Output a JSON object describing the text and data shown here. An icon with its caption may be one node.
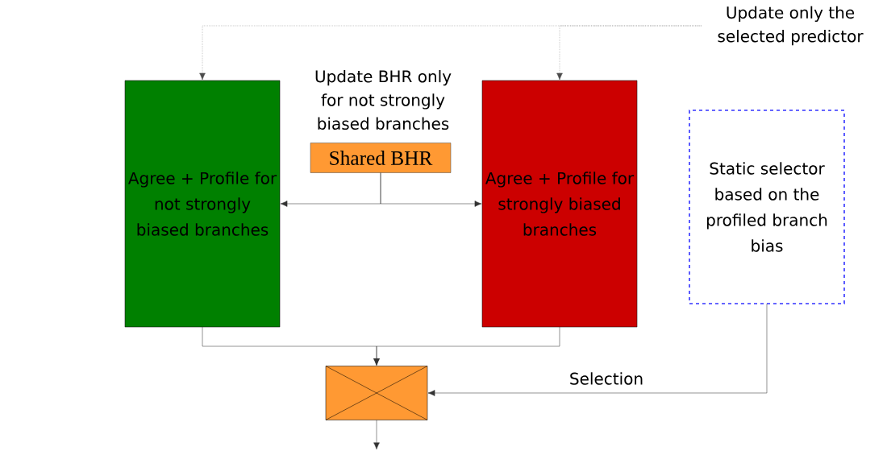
{
  "diagram": {
    "nodes": [
      {
        "text": [
          "Agree + Profile for not strongly biased branches"
        ]
      },
      {
        "text": [
          "Shared BHR"
        ],
        "beside": [
          "Update BHR only for  not strongly biased branches"
        ]
      },
      {
        "text": [
          "Agree + Profile for strongly biased branches"
        ]
      },
      {
        "text": [
          "Static selector based on the profiled branch bias"
        ]
      },
      {
        "text": [],
        "shape": "box"
      },
      {
        "text": [
          "Update only the selected predictor"
        ]
      }
    ],
    "edges": [
      {
        "from": 5,
        "to": 0,
        "arrow": "to",
        "style": "dashed"
      },
      {
        "from": 5,
        "to": 2,
        "arrow": "to",
        "style": "dashed"
      },
      {
        "from": 1,
        "to": 0,
        "arrow": "to"
      },
      {
        "from": 1,
        "to": 2,
        "arrow": "to"
      },
      {
        "from": 0,
        "to": 4,
        "arrow": "to"
      },
      {
        "from": 2,
        "to": 4,
        "arrow": "to"
      },
      {
        "from": 3,
        "to": 4,
        "arrow": "to",
        "label": "Selection"
      },
      {
        "from": 4,
        "to": null,
        "arrow": "to"
      }
    ]
  }
}
